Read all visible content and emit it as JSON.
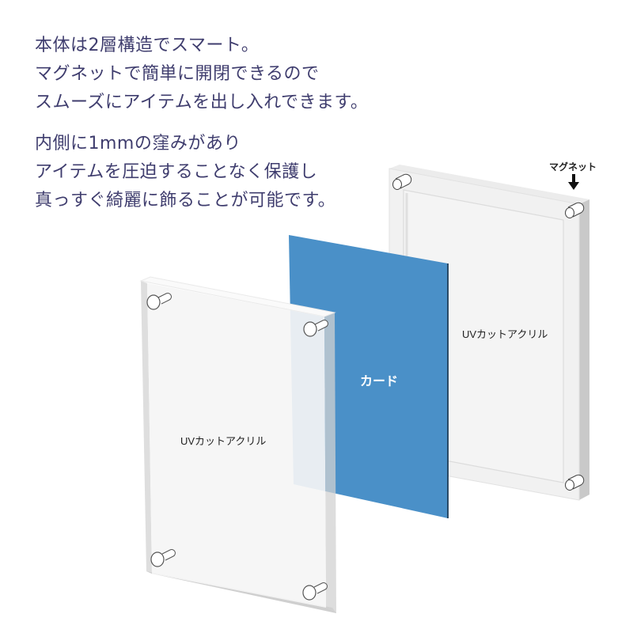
{
  "description": {
    "paragraph1": [
      "本体は2層構造でスマート。",
      "マグネットで簡単に開閉できるので",
      "スムーズにアイテムを出し入れできます。"
    ],
    "paragraph2": [
      "内側に1mmの窪みがあり",
      "アイテムを圧迫することなく保護し",
      "真っすぐ綺麗に飾ることが可能です。"
    ]
  },
  "diagram": {
    "front_panel_label": "UVカットアクリル",
    "card_label": "カード",
    "back_panel_label": "UVカットアクリル",
    "magnet_label": "マグネット",
    "magnet_arrow_icon": "arrow-down-icon",
    "colors": {
      "text": "#3f3d6e",
      "card_blue": "#4a90c8",
      "acrylic_face": "#f4f4f4",
      "acrylic_edge": "#d6d6d6"
    }
  }
}
